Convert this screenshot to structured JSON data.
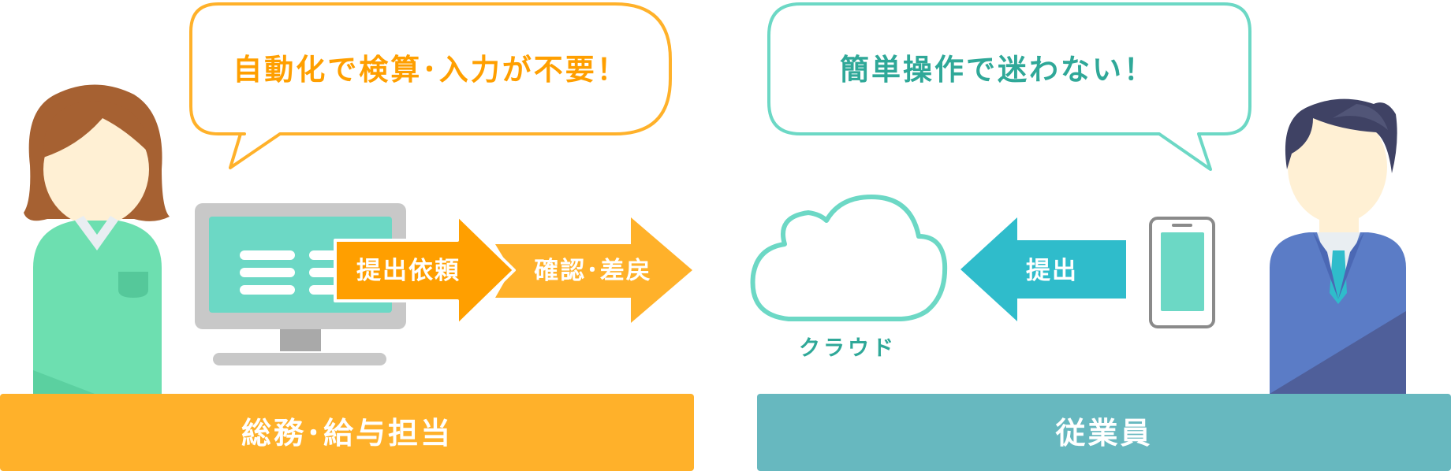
{
  "left_speech": "自動化で検算･入力が不要！",
  "right_speech": "簡単操作で迷わない！",
  "arrow_request": "提出依頼",
  "arrow_confirm": "確認･差戻",
  "arrow_submit": "提出",
  "cloud_label": "クラウド",
  "left_role": "総務･給与担当",
  "right_role": "従業員",
  "colors": {
    "orange": "#ffb12a",
    "orange_dark": "#ff9f00",
    "teal": "#2fa898",
    "mint": "#6cd8c5",
    "cyan": "#2fbccb",
    "slate_teal": "#67b8bf",
    "gray": "#c8c8c8"
  }
}
